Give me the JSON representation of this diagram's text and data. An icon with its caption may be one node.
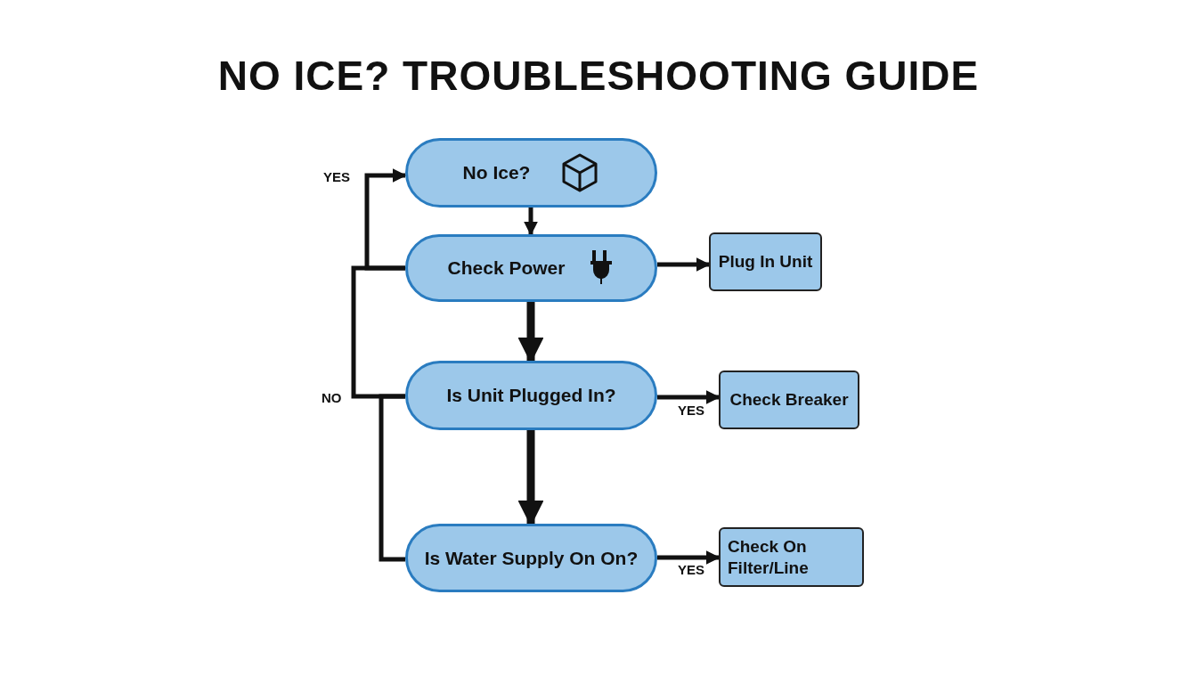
{
  "diagram": {
    "title": "NO ICE? TROUBLESHOOTING GUIDE",
    "nodes": [
      {
        "text": [
          "No Ice?"
        ]
      },
      {
        "text": [
          "Check Power"
        ]
      },
      {
        "text": [
          "Is Unit Plugged In?"
        ]
      },
      {
        "text": [
          "Is Water Supply On On?"
        ]
      },
      {
        "text": [
          "Plug In Unit"
        ]
      },
      {
        "text": [
          "Check Breaker"
        ]
      },
      {
        "text": [
          "Check On Filter/Line"
        ]
      }
    ],
    "edges": [
      {
        "from": 0,
        "to": 1,
        "arrow": "to"
      },
      {
        "from": 1,
        "to": 2,
        "arrow": "to",
        "style": "thick"
      },
      {
        "from": 2,
        "to": 3,
        "arrow": "to",
        "style": "thick"
      },
      {
        "from": 1,
        "to": 4,
        "arrow": "to"
      },
      {
        "from": 2,
        "to": 5,
        "arrow": "to",
        "label": "YES"
      },
      {
        "from": 3,
        "to": 6,
        "arrow": "to",
        "label": "YES"
      },
      {
        "from": 1,
        "to": 0,
        "arrow": "to",
        "label": "YES"
      },
      {
        "from": 2,
        "to": 1,
        "arrow": "none",
        "label": "NO"
      },
      {
        "from": 2,
        "to": 3,
        "arrow": "none"
      }
    ]
  }
}
